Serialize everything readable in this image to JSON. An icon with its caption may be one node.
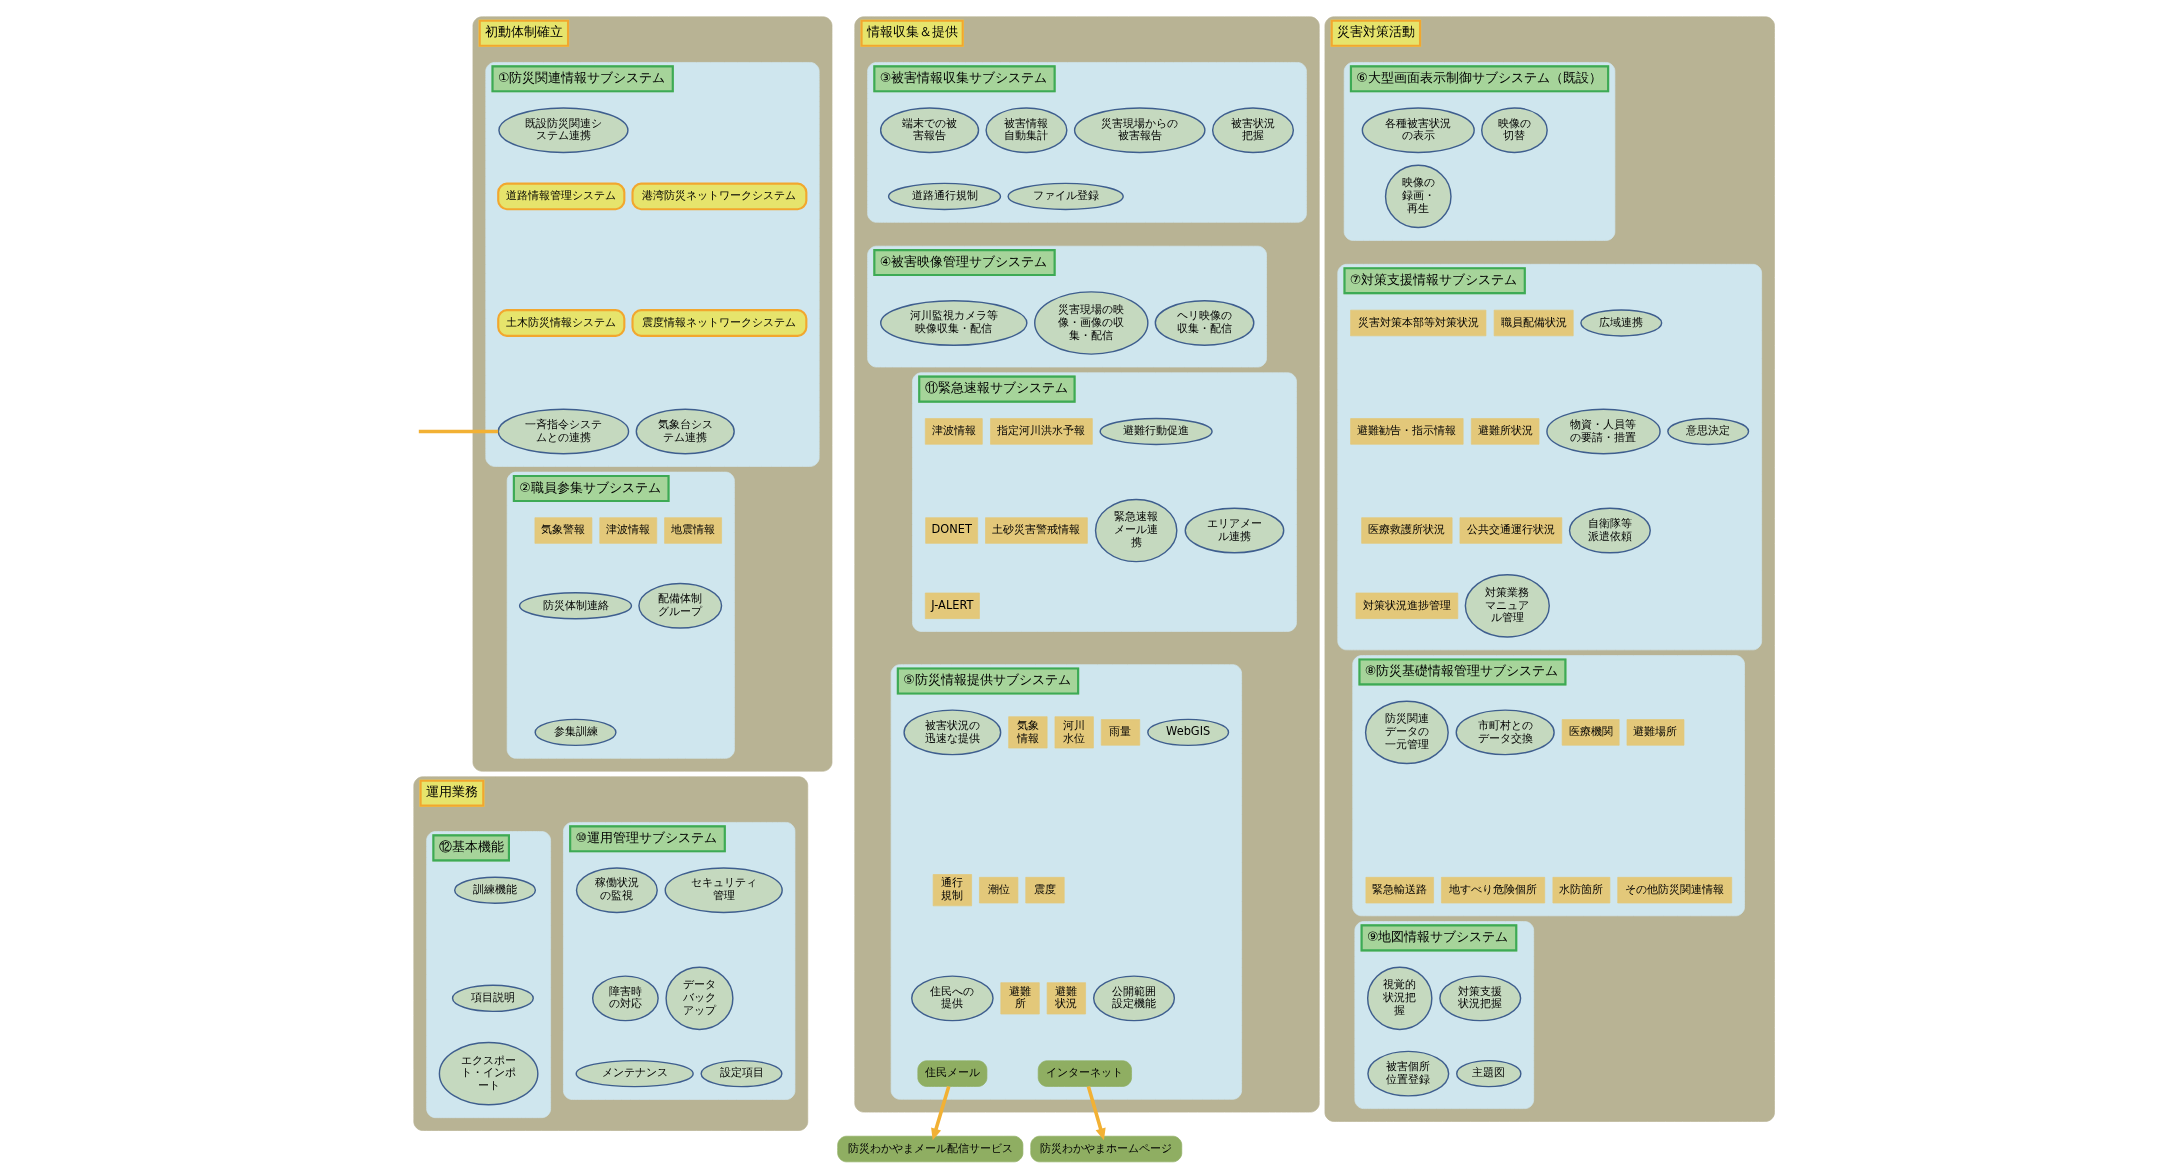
{
  "diagram": {
    "nodes": [
      {
        "text": [
          "初動体制確立"
        ]
      },
      {
        "text": [
          "①防災関連情報サブシステム"
        ],
        "in": 0
      },
      {
        "text": [
          "既設防災関連システム連携"
        ],
        "in": 1
      },
      {
        "text": [
          "道路情報管理システム"
        ],
        "in": 1
      },
      {
        "text": [
          "港湾防災ネットワークシステム"
        ],
        "in": 1
      },
      {
        "text": [
          "土木防災情報システム"
        ],
        "in": 1
      },
      {
        "text": [
          "震度情報ネットワークシステム"
        ],
        "in": 1
      },
      {
        "text": [
          "一斉指令システムとの連携"
        ],
        "in": 1
      },
      {
        "text": [
          "気象台システム連携"
        ],
        "in": 1
      },
      {
        "text": [
          "②職員参集サブシステム"
        ],
        "in": 0
      },
      {
        "text": [
          "気象警報"
        ],
        "in": 9
      },
      {
        "text": [
          "津波情報"
        ],
        "in": 9
      },
      {
        "text": [
          "地震情報"
        ],
        "in": 9
      },
      {
        "text": [
          "防災体制連絡"
        ],
        "in": 9
      },
      {
        "text": [
          "参集訓練"
        ],
        "in": 9
      },
      {
        "text": [
          "配備体制グループ"
        ],
        "in": 9
      },
      {
        "text": [
          "情報収集＆提供"
        ]
      },
      {
        "text": [
          "③被害情報収集サブシステム"
        ],
        "in": 16
      },
      {
        "text": [
          "端末での被害報告"
        ],
        "in": 17
      },
      {
        "text": [
          "被害情報自動集計"
        ],
        "in": 17
      },
      {
        "text": [
          "災害現場からの被害報告"
        ],
        "in": 17
      },
      {
        "text": [
          "被害状況把握"
        ],
        "in": 17
      },
      {
        "text": [
          "道路通行規制"
        ],
        "in": 17
      },
      {
        "text": [
          "ファイル登録"
        ],
        "in": 17
      },
      {
        "text": [
          "④被害映像管理サブシステム"
        ],
        "in": 16
      },
      {
        "text": [
          "河川監視カメラ等映像収集・配信"
        ],
        "in": 24
      },
      {
        "text": [
          "災害現場の映像・画像の収集・配信"
        ],
        "in": 24
      },
      {
        "text": [
          "ヘリ映像の収集・配信"
        ],
        "in": 24
      },
      {
        "text": [
          "⑪緊急速報サブシステム"
        ],
        "in": 16
      },
      {
        "text": [
          "津波情報"
        ],
        "in": 28
      },
      {
        "text": [
          "指定河川洪水予報"
        ],
        "in": 28
      },
      {
        "text": [
          "DONET"
        ],
        "in": 28
      },
      {
        "text": [
          "土砂災害警戒情報"
        ],
        "in": 28
      },
      {
        "text": [
          "J-ALERT"
        ],
        "in": 28
      },
      {
        "text": [
          "避難行動促進"
        ],
        "in": 28
      },
      {
        "text": [
          "緊急速報メール連携"
        ],
        "in": 28
      },
      {
        "text": [
          "エリアメール連携"
        ],
        "in": 28
      },
      {
        "text": [
          "⑤防災情報提供サブシステム"
        ],
        "in": 16
      },
      {
        "text": [
          "被害状況の迅速な提供"
        ],
        "in": 37
      },
      {
        "text": [
          "住民への提供"
        ],
        "in": 37
      },
      {
        "text": [
          "気象情報"
        ],
        "in": 37
      },
      {
        "text": [
          "河川水位"
        ],
        "in": 37
      },
      {
        "text": [
          "雨量"
        ],
        "in": 37
      },
      {
        "text": [
          "通行規制"
        ],
        "in": 37
      },
      {
        "text": [
          "潮位"
        ],
        "in": 37
      },
      {
        "text": [
          "震度"
        ],
        "in": 37
      },
      {
        "text": [
          "避難所"
        ],
        "in": 37
      },
      {
        "text": [
          "避難状況"
        ],
        "in": 37
      },
      {
        "text": [
          "WebGIS"
        ],
        "in": 37
      },
      {
        "text": [
          "公開範囲設定機能"
        ],
        "in": 37
      },
      {
        "text": [
          "住民メール"
        ],
        "in": 37
      },
      {
        "text": [
          "インターネット"
        ],
        "in": 37
      },
      {
        "text": [
          "災害対策活動"
        ]
      },
      {
        "text": [
          "⑥大型画面表示制御サブシステム（既設）"
        ],
        "in": 52
      },
      {
        "text": [
          "各種被害状況の表示"
        ],
        "in": 53
      },
      {
        "text": [
          "映像の切替"
        ],
        "in": 53
      },
      {
        "text": [
          "映像の録画・再生"
        ],
        "in": 53
      },
      {
        "text": [
          "⑦対策支援情報サブシステム"
        ],
        "in": 52
      },
      {
        "text": [
          "災害対策本部等対策状況"
        ],
        "in": 57
      },
      {
        "text": [
          "職員配備状況"
        ],
        "in": 57
      },
      {
        "text": [
          "避難勧告・指示情報"
        ],
        "in": 57
      },
      {
        "text": [
          "避難所状況"
        ],
        "in": 57
      },
      {
        "text": [
          "医療救護所状況"
        ],
        "in": 57
      },
      {
        "text": [
          "公共交通運行状況"
        ],
        "in": 57
      },
      {
        "text": [
          "対策状況進捗管理"
        ],
        "in": 57
      },
      {
        "text": [
          "広域連携"
        ],
        "in": 57
      },
      {
        "text": [
          "物資・人員等の要請・措置"
        ],
        "in": 57
      },
      {
        "text": [
          "意思決定"
        ],
        "in": 57
      },
      {
        "text": [
          "自衛隊等派遣依頼"
        ],
        "in": 57
      },
      {
        "text": [
          "対策業務マニュアル管理"
        ],
        "in": 57
      },
      {
        "text": [
          "⑧防災基礎情報管理サブシステム"
        ],
        "in": 52
      },
      {
        "text": [
          "防災関連データの一元管理"
        ],
        "in": 70
      },
      {
        "text": [
          "市町村とのデータ交換"
        ],
        "in": 70
      },
      {
        "text": [
          "医療機関"
        ],
        "in": 70
      },
      {
        "text": [
          "避難場所"
        ],
        "in": 70
      },
      {
        "text": [
          "緊急輸送路"
        ],
        "in": 70
      },
      {
        "text": [
          "地すべり危険個所"
        ],
        "in": 70
      },
      {
        "text": [
          "水防箇所"
        ],
        "in": 70
      },
      {
        "text": [
          "その他防災関連情報"
        ],
        "in": 70
      },
      {
        "text": [
          "⑨地図情報サブシステム"
        ],
        "in": 52
      },
      {
        "text": [
          "視覚的状況把握"
        ],
        "in": 79
      },
      {
        "text": [
          "対策支援状況把握"
        ],
        "in": 79
      },
      {
        "text": [
          "被害個所位置登録"
        ],
        "in": 79
      },
      {
        "text": [
          "主題図"
        ],
        "in": 79
      },
      {
        "text": [
          "運用業務"
        ]
      },
      {
        "text": [
          "⑩運用管理サブシステム"
        ],
        "in": 84
      },
      {
        "text": [
          "稼働状況の監視"
        ],
        "in": 85
      },
      {
        "text": [
          "セキュリティ管理"
        ],
        "in": 85
      },
      {
        "text": [
          "障害時の対応"
        ],
        "in": 85
      },
      {
        "text": [
          "データバックアップ"
        ],
        "in": 85
      },
      {
        "text": [
          "メンテナンス"
        ],
        "in": 85
      },
      {
        "text": [
          "設定項目"
        ],
        "in": 85
      },
      {
        "text": [
          "⑫基本機能"
        ],
        "in": 84
      },
      {
        "text": [
          "訓練機能"
        ],
        "in": 92
      },
      {
        "text": [
          "項目説明"
        ],
        "in": 92
      },
      {
        "text": [
          "エクスポート・インポート"
        ],
        "in": 92
      },
      {
        "text": [
          "防災わかやまメール配信サービス"
        ]
      },
      {
        "text": [
          "防災わかやまホームページ"
        ]
      }
    ],
    "edges": [
      {
        "from": null,
        "to": 7,
        "arrow": "none"
      },
      {
        "from": 50,
        "to": 96,
        "arrow": "to"
      },
      {
        "from": 51,
        "to": 97,
        "arrow": "to"
      }
    ]
  }
}
